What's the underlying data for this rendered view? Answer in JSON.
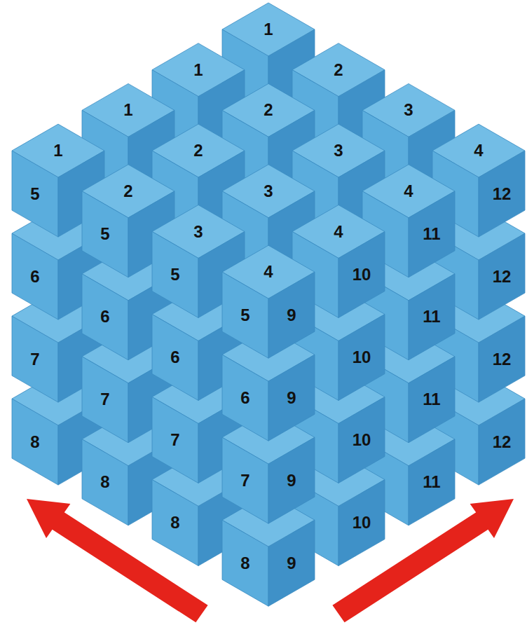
{
  "diagram": {
    "labels": [
      "1",
      "1",
      "2",
      "1",
      "2",
      "3",
      "1",
      "2",
      "3",
      "4",
      "2",
      "3",
      "4",
      "3",
      "4",
      "4",
      "5",
      "5",
      "5",
      "5",
      "6",
      "6",
      "6",
      "6",
      "7",
      "7",
      "7",
      "7",
      "8",
      "8",
      "8",
      "8",
      "9",
      "10",
      "11",
      "12",
      "9",
      "10",
      "11",
      "12",
      "9",
      "10",
      "11",
      "12",
      "9",
      "10",
      "11",
      "12"
    ]
  }
}
